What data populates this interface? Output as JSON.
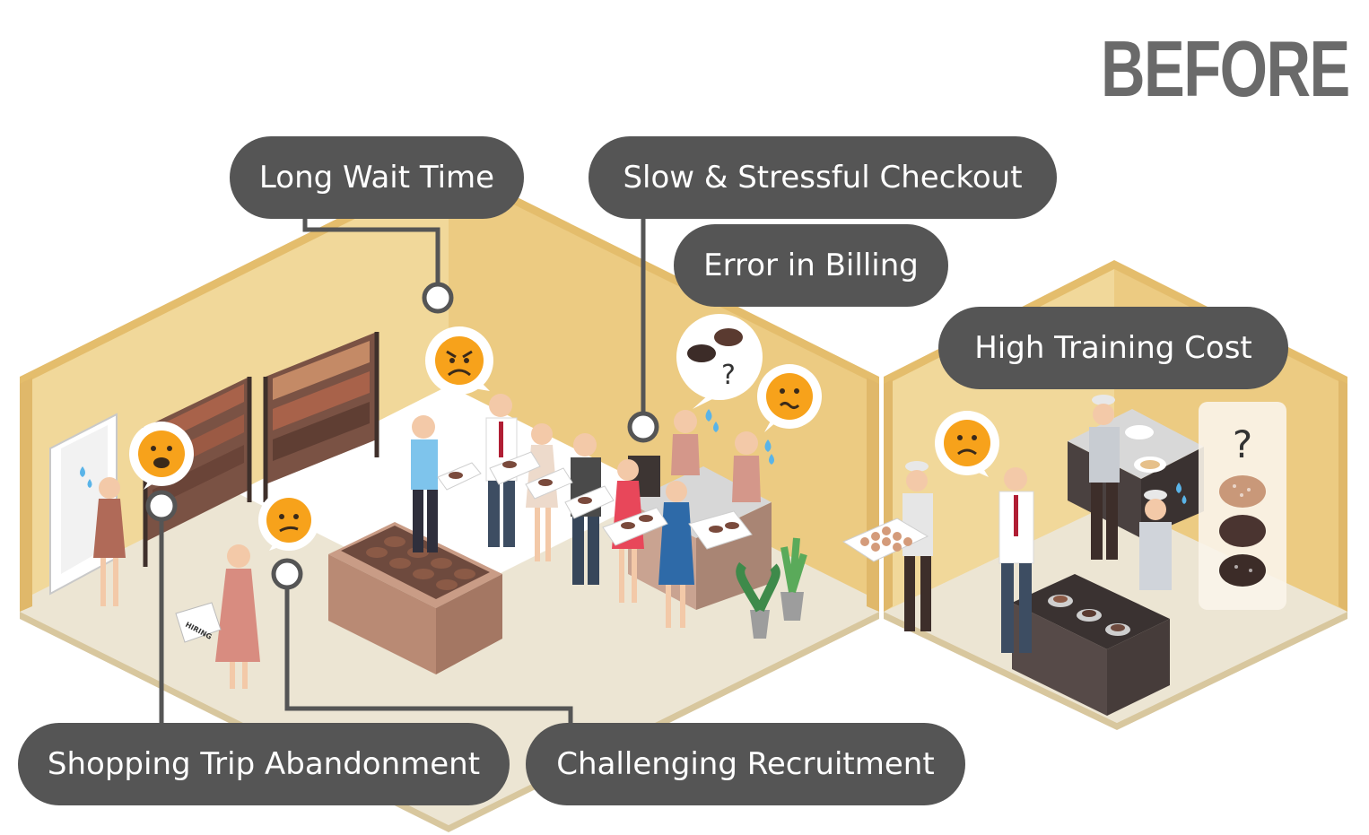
{
  "title": "BEFORE",
  "callouts": {
    "long_wait_time": "Long Wait Time",
    "slow_checkout": "Slow & Stressful Checkout",
    "billing_error": "Error in Billing",
    "training_cost": "High Training Cost",
    "trip_abandonment": "Shopping Trip Abandonment",
    "recruitment": "Challenging Recruitment"
  },
  "sign_text": "HIRING",
  "question_mark": "?",
  "colors": {
    "wall": "#f1d89a",
    "wall_shadow": "#e2bd72",
    "wall_edge": "#caa45a",
    "floor": "#ece5d3",
    "pill": "#555555",
    "emoji_face": "#f7a21b",
    "tear": "#5ab4e8"
  }
}
